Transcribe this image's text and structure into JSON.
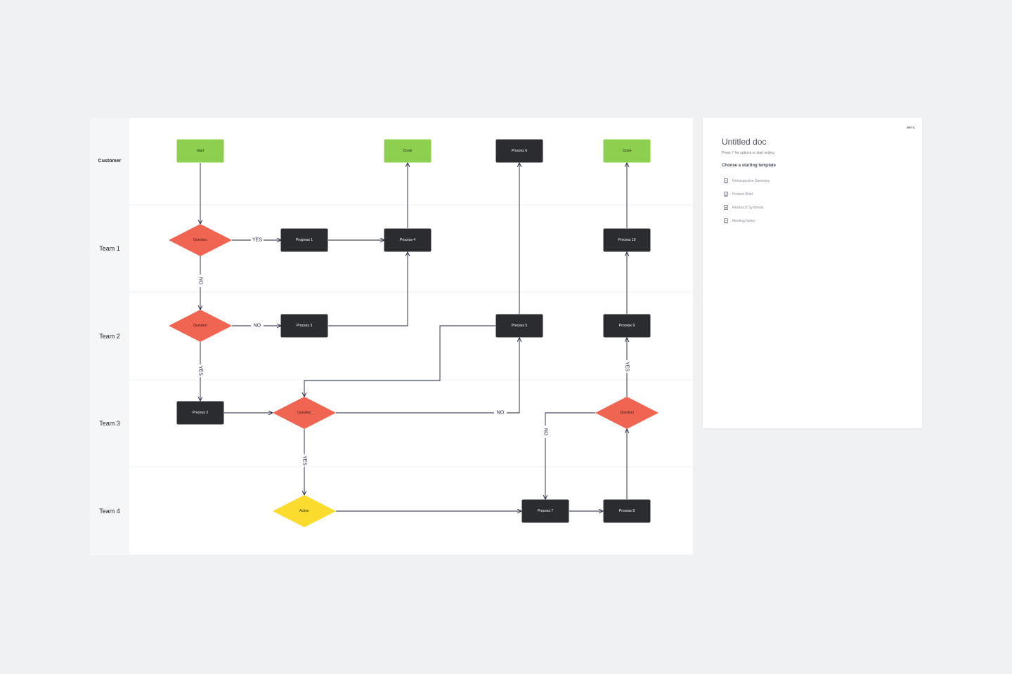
{
  "lanes": [
    "Customer",
    "Team 1",
    "Team 2",
    "Team 3",
    "Team 4"
  ],
  "colors": {
    "terminal": "#8dcf4e",
    "process": "#2b2c30",
    "decision": "#ef6552",
    "action": "#fbdc2e",
    "connector": "#1c1f3a",
    "lane_divider": "#eef0f3"
  },
  "nodes": [
    {
      "id": "start",
      "kind": "terminal",
      "label": "Start"
    },
    {
      "id": "close1",
      "kind": "terminal",
      "label": "Close"
    },
    {
      "id": "p6",
      "kind": "process",
      "label": "Process 6"
    },
    {
      "id": "close2",
      "kind": "terminal",
      "label": "Close"
    },
    {
      "id": "q1",
      "kind": "decision",
      "label": "Question"
    },
    {
      "id": "prog1",
      "kind": "process",
      "label": "Progress 1"
    },
    {
      "id": "p4",
      "kind": "process",
      "label": "Process 4"
    },
    {
      "id": "p10",
      "kind": "process",
      "label": "Process 10"
    },
    {
      "id": "q2",
      "kind": "decision",
      "label": "Question"
    },
    {
      "id": "p3",
      "kind": "process",
      "label": "Process 3"
    },
    {
      "id": "p5",
      "kind": "process",
      "label": "Process 5"
    },
    {
      "id": "p9",
      "kind": "process",
      "label": "Process 9"
    },
    {
      "id": "p2",
      "kind": "process",
      "label": "Process 2"
    },
    {
      "id": "q3",
      "kind": "decision",
      "label": "Question"
    },
    {
      "id": "q4",
      "kind": "decision",
      "label": "Question"
    },
    {
      "id": "action",
      "kind": "action",
      "label": "Action"
    },
    {
      "id": "p7",
      "kind": "process",
      "label": "Process 7"
    },
    {
      "id": "p8",
      "kind": "process",
      "label": "Process 8"
    }
  ],
  "edges": [
    {
      "from": "start",
      "to": "q1",
      "label": ""
    },
    {
      "from": "q1",
      "to": "prog1",
      "label": "YES"
    },
    {
      "from": "prog1",
      "to": "p4",
      "label": ""
    },
    {
      "from": "p4",
      "to": "close1",
      "label": ""
    },
    {
      "from": "q1",
      "to": "q2",
      "label": "NO"
    },
    {
      "from": "q2",
      "to": "p3",
      "label": "NO"
    },
    {
      "from": "p3",
      "to": "p4",
      "label": ""
    },
    {
      "from": "q2",
      "to": "p2",
      "label": "YES"
    },
    {
      "from": "p2",
      "to": "q3",
      "label": ""
    },
    {
      "from": "q3",
      "to": "p5",
      "label": "NO"
    },
    {
      "from": "p5",
      "to": "p6",
      "label": ""
    },
    {
      "from": "p5",
      "to": "q3",
      "label": ""
    },
    {
      "from": "q3",
      "to": "action",
      "label": "YES"
    },
    {
      "from": "action",
      "to": "p7",
      "label": ""
    },
    {
      "from": "p7",
      "to": "p8",
      "label": ""
    },
    {
      "from": "p8",
      "to": "q4",
      "label": ""
    },
    {
      "from": "q4",
      "to": "p9",
      "label": "YES"
    },
    {
      "from": "q4",
      "to": "p7",
      "label": "NO"
    },
    {
      "from": "p9",
      "to": "p10",
      "label": ""
    },
    {
      "from": "p10",
      "to": "close2",
      "label": ""
    }
  ],
  "doc": {
    "badge": "BETA",
    "title": "Untitled doc",
    "hint": "Press '/' for options or start writing",
    "subheading": "Choose a starting template",
    "templates": [
      "Retrospective Summary",
      "Product Brief",
      "Research Synthesis",
      "Meeting Notes"
    ]
  }
}
